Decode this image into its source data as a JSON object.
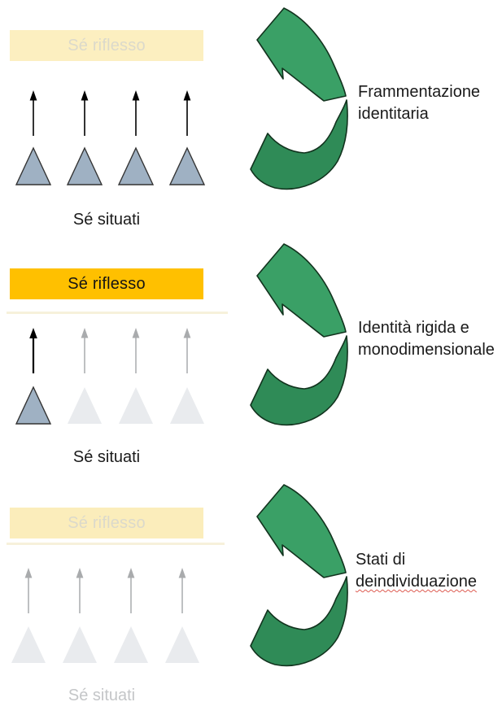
{
  "diagram": {
    "description_language": "it",
    "colors": {
      "pale_yellow_box": "#FCEFC0",
      "gold_box": "#FFC000",
      "faded_box_text": "#DBD9CB",
      "active_text": "#1A1A1A",
      "faded_caption_text": "#C4C6C8",
      "active_triangle_fill": "#9FB1C3",
      "triangle_border": "#333333",
      "inactive_triangle_fill": "#E9EBEE",
      "active_arrow": "#000000",
      "inactive_arrow": "#A9ABAD",
      "curved_arrow_light_green": "#3AA066",
      "curved_arrow_dark_green": "#2F8B57",
      "curved_arrow_outline": "#12331E",
      "spellcheck_underline": "#DD5C52"
    },
    "sections": [
      {
        "box_label": "Sé riflesso",
        "box_style": "pale-faded",
        "caption": "Sé situati",
        "caption_style": "active",
        "side_label_line1": "Frammentazione",
        "side_label_line2": "identitaria",
        "arrows": [
          "black",
          "black",
          "black",
          "black"
        ],
        "triangles": [
          "blue",
          "blue",
          "blue",
          "blue"
        ]
      },
      {
        "box_label": "Sé riflesso",
        "box_style": "gold-active",
        "caption": "Sé situati",
        "caption_style": "active",
        "side_label_line1": "Identità rigida e",
        "side_label_line2": "monodimensionale",
        "arrows": [
          "black-bold",
          "gray",
          "gray",
          "gray"
        ],
        "triangles": [
          "blue",
          "gray",
          "gray",
          "gray"
        ]
      },
      {
        "box_label": "Sé riflesso",
        "box_style": "pale-faded",
        "caption": "Sé situati",
        "caption_style": "faded",
        "side_label_line1": "Stati di",
        "side_label_line2": "deindividuazione",
        "side_label_line2_spellchecked": true,
        "arrows": [
          "gray",
          "gray",
          "gray",
          "gray"
        ],
        "triangles": [
          "gray",
          "gray",
          "gray",
          "gray"
        ]
      }
    ]
  }
}
